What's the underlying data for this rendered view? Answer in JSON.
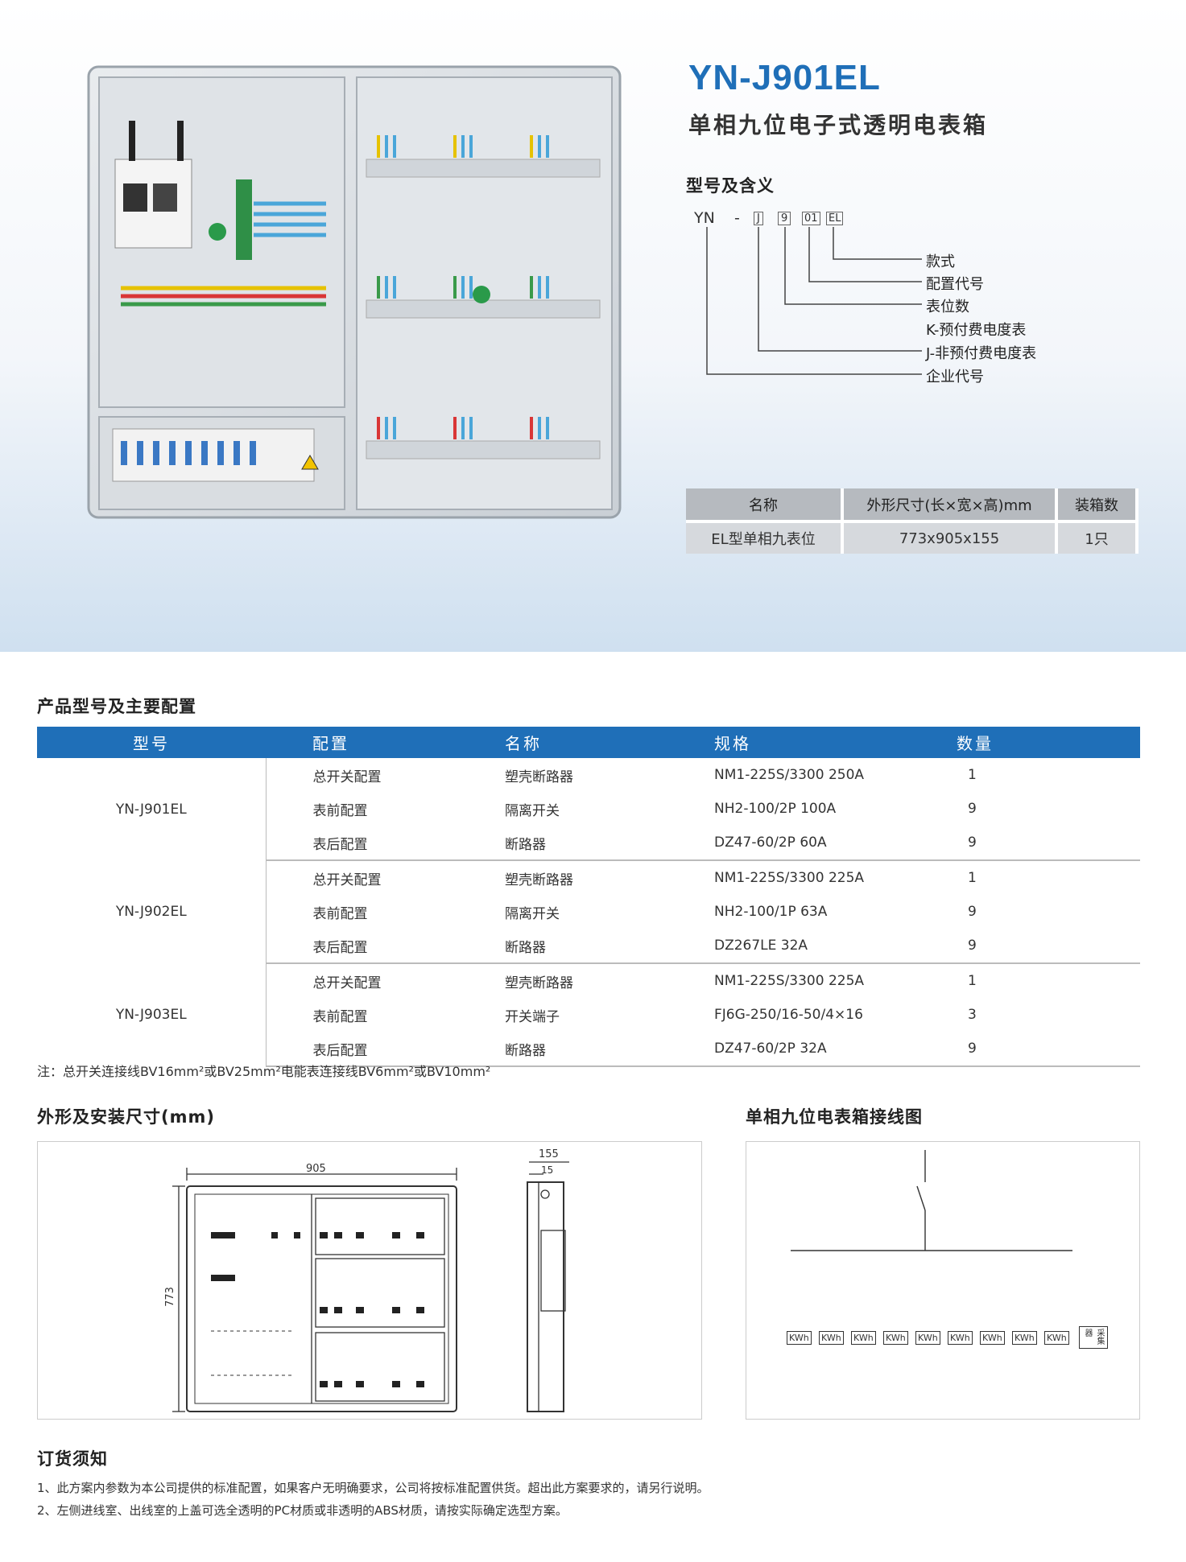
{
  "product": {
    "title": "YN-J901EL",
    "subtitle": "单相九位电子式透明电表箱"
  },
  "model_meaning": {
    "heading": "型号及含义",
    "code_parts": [
      "YN",
      "-",
      "J",
      "9",
      "01",
      "EL"
    ],
    "legend": [
      "款式",
      "配置代号",
      "表位数",
      "K-预付费电度表",
      "J-非预付费电度表",
      "企业代号"
    ]
  },
  "spec_table": {
    "headers": [
      "名称",
      "外形尺寸(长×宽×高)mm",
      "装箱数"
    ],
    "row": [
      "EL型单相九表位",
      "773x905x155",
      "1只"
    ]
  },
  "config": {
    "heading": "产品型号及主要配置",
    "headers": [
      "型号",
      "配置",
      "名称",
      "规格",
      "数量"
    ],
    "groups": [
      {
        "model": "YN-J901EL",
        "rows": [
          [
            "总开关配置",
            "塑壳断路器",
            "NM1-225S/3300 250A",
            "1"
          ],
          [
            "表前配置",
            "隔离开关",
            "NH2-100/2P 100A",
            "9"
          ],
          [
            "表后配置",
            "断路器",
            "DZ47-60/2P 60A",
            "9"
          ]
        ]
      },
      {
        "model": "YN-J902EL",
        "rows": [
          [
            "总开关配置",
            "塑壳断路器",
            "NM1-225S/3300 225A",
            "1"
          ],
          [
            "表前配置",
            "隔离开关",
            "NH2-100/1P 63A",
            "9"
          ],
          [
            "表后配置",
            "断路器",
            "DZ267LE 32A",
            "9"
          ]
        ]
      },
      {
        "model": "YN-J903EL",
        "rows": [
          [
            "总开关配置",
            "塑壳断路器",
            "NM1-225S/3300 225A",
            "1"
          ],
          [
            "表前配置",
            "开关端子",
            "FJ6G-250/16-50/4×16",
            "3"
          ],
          [
            "表后配置",
            "断路器",
            "DZ47-60/2P 32A",
            "9"
          ]
        ]
      }
    ],
    "note": "注：总开关连接线BV16mm²或BV25mm²电能表连接线BV6mm²或BV10mm²"
  },
  "dimensions": {
    "heading": "外形及安装尺寸(mm)",
    "width": "905",
    "height": "773",
    "depth": "155",
    "inner": "15"
  },
  "wiring": {
    "heading": "单相九位电表箱接线图",
    "meter_label": "KWh",
    "collector_label": "采集器"
  },
  "ordering": {
    "heading": "订货须知",
    "items": [
      "1、此方案内参数为本公司提供的标准配置，如果客户无明确要求，公司将按标准配置供货。超出此方案要求的，请另行说明。",
      "2、左侧进线室、出线室的上盖可选全透明的PC材质或非透明的ABS材质，请按实际确定选型方案。"
    ]
  }
}
